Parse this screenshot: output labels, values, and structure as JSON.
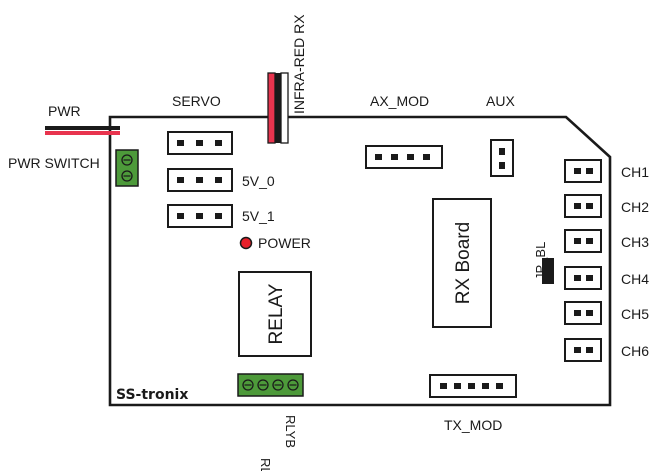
{
  "labels": {
    "pwr": "PWR",
    "pwr_switch": "PWR SWITCH",
    "servo": "SERVO",
    "infrared": "INFRA-RED RX",
    "ax_mod": "AX_MOD",
    "aux": "AUX",
    "v5_0": "5V_0",
    "v5_1": "5V_1",
    "power": "POWER",
    "relay": "RELAY",
    "rx_board": "RX Board",
    "jp_bl": "JP_BL",
    "tx_mod": "TX_MOD",
    "rlya": "RLYA",
    "rlyb": "RLYB"
  },
  "channels": [
    "CH1",
    "CH2",
    "CH3",
    "CH4",
    "CH5",
    "CH6"
  ],
  "logo": "SS-tronix",
  "colors": {
    "outline": "#1a1a1a",
    "wire_red": "#e8344e",
    "terminal_green": "#4d9a3a",
    "power_led": "#e8202a"
  }
}
